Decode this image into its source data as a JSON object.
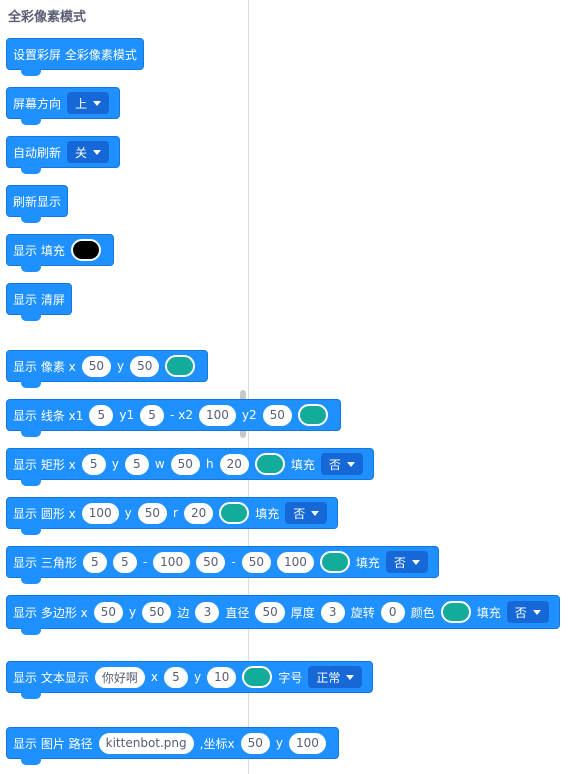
{
  "category": {
    "title": "全彩像素模式"
  },
  "colors": {
    "block": "#1e90ff",
    "dropdown": "#1668d6",
    "teal": "#13ab9a",
    "black": "#000000"
  },
  "blocks": {
    "set_screen": {
      "label": "设置彩屏 全彩像素模式"
    },
    "orientation": {
      "label": "屏幕方向",
      "value": "上"
    },
    "auto_refresh": {
      "label": "自动刷新",
      "value": "关"
    },
    "refresh": {
      "label": "刷新显示"
    },
    "fill": {
      "label": "显示 填充"
    },
    "clear": {
      "label": "显示 清屏"
    },
    "pixel": {
      "label": "显示 像素 x",
      "x": "50",
      "y_label": "y",
      "y": "50"
    },
    "line": {
      "label": "显示 线条 x1",
      "x1": "5",
      "y1_label": "y1",
      "y1": "5",
      "x2_label": "- x2",
      "x2": "100",
      "y2_label": "y2",
      "y2": "50"
    },
    "rect": {
      "label": "显示 矩形 x",
      "x": "5",
      "y_label": "y",
      "y": "5",
      "w_label": "w",
      "w": "50",
      "h_label": "h",
      "h": "20",
      "fill_label": "填充",
      "fill_value": "否"
    },
    "circle": {
      "label": "显示 圆形 x",
      "x": "100",
      "y_label": "y",
      "y": "50",
      "r_label": "r",
      "r": "20",
      "fill_label": "填充",
      "fill_value": "否"
    },
    "triangle": {
      "label": "显示 三角形",
      "a1": "5",
      "a2": "5",
      "sep1": "-",
      "b1": "100",
      "b2": "50",
      "sep2": "-",
      "c1": "50",
      "c2": "100",
      "fill_label": "填充",
      "fill_value": "否"
    },
    "polygon": {
      "label": "显示 多边形 x",
      "x": "50",
      "y_label": "y",
      "y": "50",
      "side_label": "边",
      "side": "3",
      "diam_label": "直径",
      "diam": "50",
      "thick_label": "厚度",
      "thick": "3",
      "rot_label": "旋转",
      "rot": "0",
      "color_label": "颜色",
      "fill_label": "填充",
      "fill_value": "否"
    },
    "text": {
      "label": "显示 文本显示",
      "text": "你好啊",
      "x_label": "x",
      "x": "5",
      "y_label": "y",
      "y": "10",
      "size_label": "字号",
      "size_value": "正常"
    },
    "image": {
      "label": "显示 图片 路径",
      "path": "kittenbot.png",
      "coord_label": ",坐标x",
      "x": "50",
      "y_label": "y",
      "y": "100"
    }
  }
}
